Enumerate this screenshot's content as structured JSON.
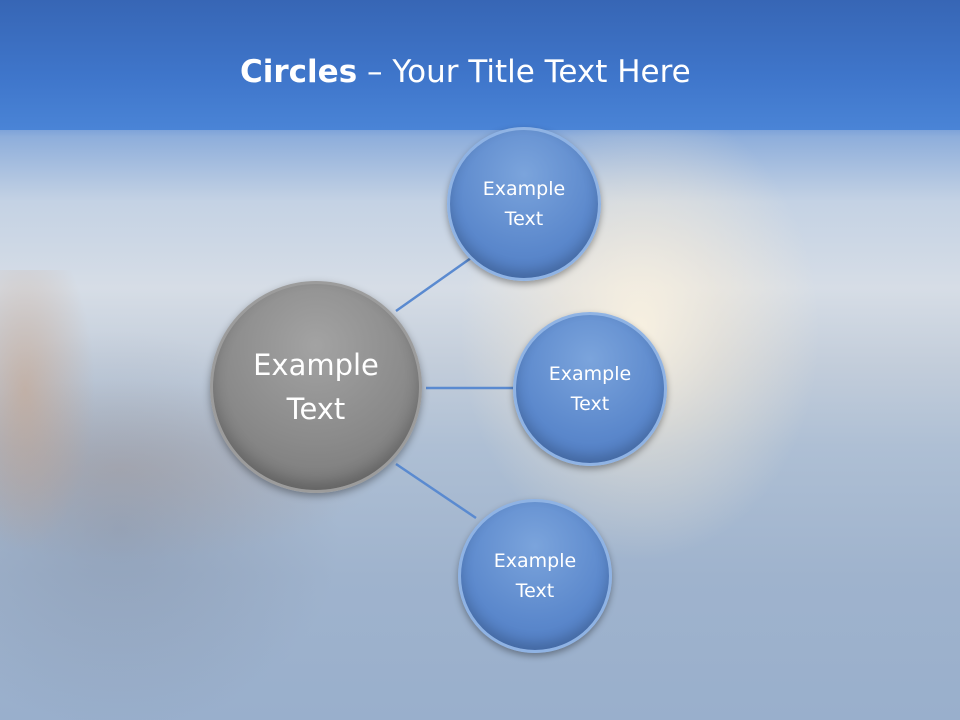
{
  "slide": {
    "title_bold": "Circles",
    "title_rest": " – Your Title Text Here"
  },
  "diagram": {
    "center": {
      "line1": "Example",
      "line2": "Text"
    },
    "nodes": [
      {
        "line1": "Example",
        "line2": "Text"
      },
      {
        "line1": "Example",
        "line2": "Text"
      },
      {
        "line1": "Example",
        "line2": "Text"
      }
    ]
  },
  "colors": {
    "header": "#3f76cb",
    "center_circle": "#8a8a8a",
    "node_circle": "#5b88cc",
    "connector": "#5a8ad0"
  }
}
